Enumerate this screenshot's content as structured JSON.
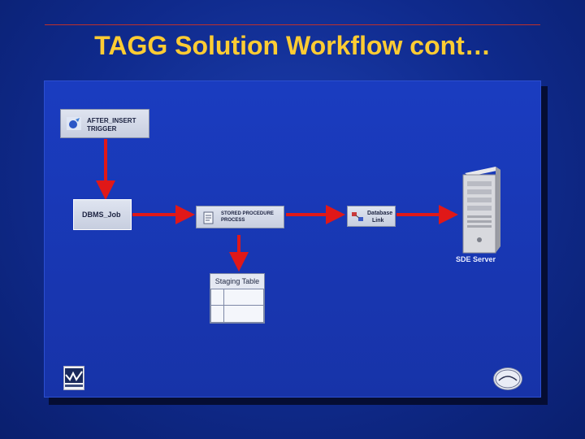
{
  "title": "TAGG Solution Workflow cont…",
  "nodes": {
    "trigger": {
      "line1": "AFTER_INSERT",
      "line2": "TRIGGER",
      "icon": "trigger-icon"
    },
    "job": {
      "label": "DBMS_Job"
    },
    "procedure": {
      "line1": "STORED PROCEDURE",
      "line2": "PROCESS",
      "icon": "stored-procedure-icon"
    },
    "dblink": {
      "line1": "Database",
      "line2": "Link",
      "icon": "database-link-icon"
    },
    "server": {
      "label": "SDE Server",
      "icon": "server-icon"
    },
    "staging": {
      "label": "Staging Table"
    }
  },
  "colors": {
    "title": "#ffcc33",
    "arrow": "#e01818",
    "background": "#1733a8"
  }
}
